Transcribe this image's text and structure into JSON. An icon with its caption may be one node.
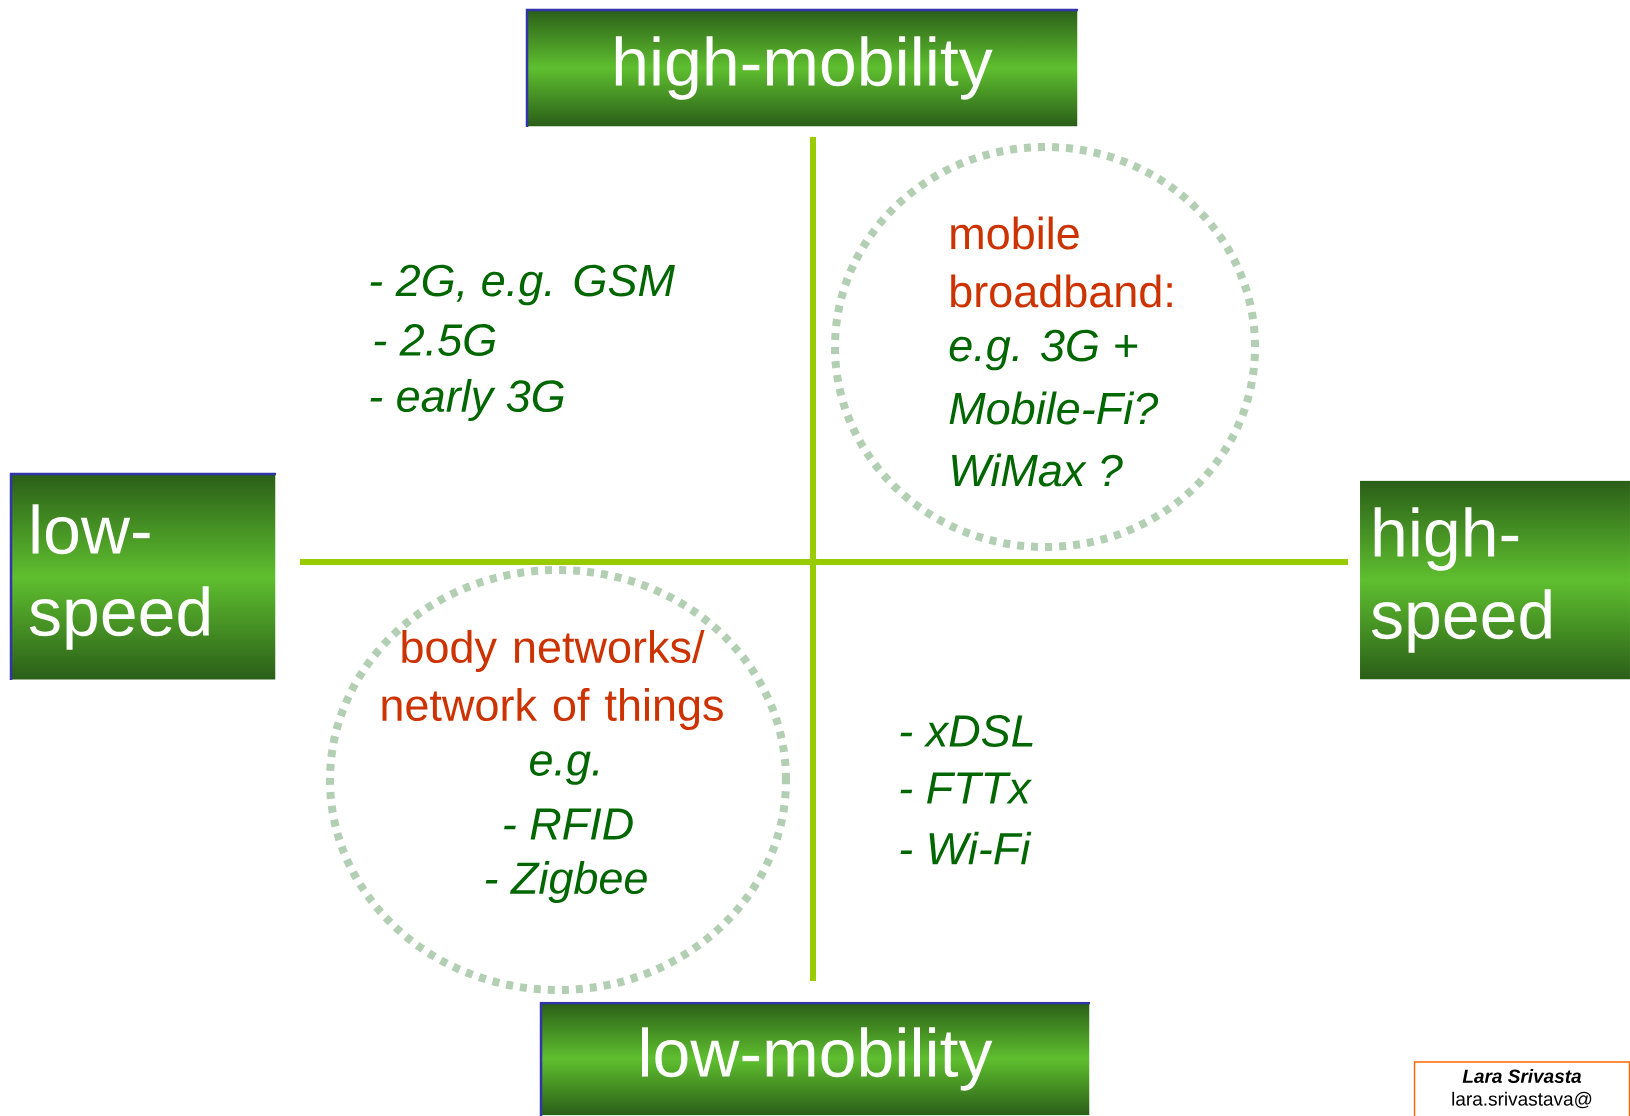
{
  "diagram": {
    "nodes": [
      {
        "text": [
          "high-mobility"
        ]
      },
      {
        "text": [
          "low- speed"
        ]
      },
      {
        "text": [
          "high- speed"
        ]
      },
      {
        "text": [
          "low-mobility"
        ]
      },
      {
        "text": [
          "mobile broadband:",
          "e.g. 3G +",
          "Mobile-Fi?",
          "WiMax ?"
        ]
      },
      {
        "text": [
          "body networks/ network of things",
          "e.g.",
          "- RFID",
          "- Zigbee"
        ]
      },
      {
        "text": [
          "Lara Srivasta",
          "lara.srivastava@"
        ]
      }
    ],
    "labels": [
      "- 2G, e.g. GSM",
      "- 2.5G",
      "- early 3G",
      "- xDSL",
      "- FTTx",
      "- Wi-Fi"
    ]
  }
}
